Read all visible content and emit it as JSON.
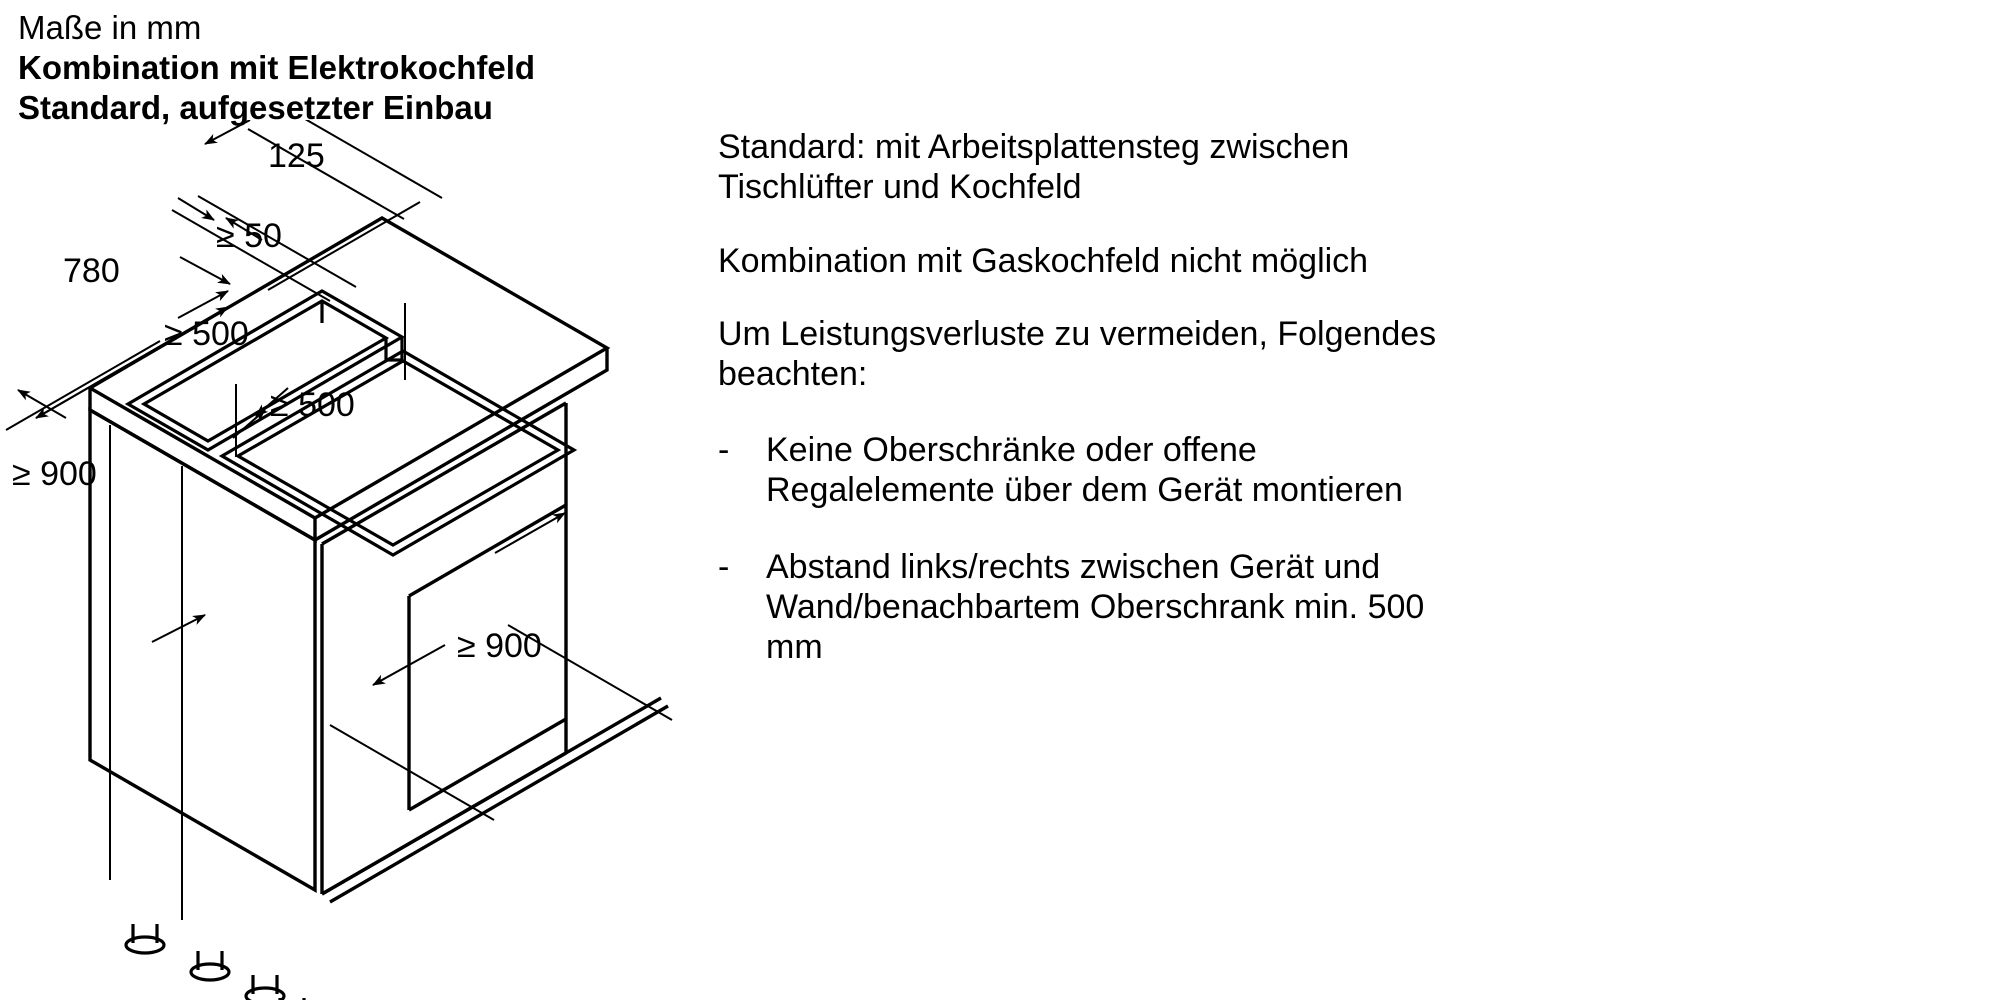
{
  "heading": {
    "units": "Maße in mm",
    "line1": "Kombination mit Elektrokochfeld",
    "line2": "Standard, aufgesetzter Einbau"
  },
  "drawing": {
    "title": "isometric-installation-drawing",
    "dimensions": {
      "depth_780": "780",
      "bridge_125": "125",
      "gap_min_50": "≥ 50",
      "side_clearance_upper": "≥ 500",
      "side_clearance_lower": "≥ 500",
      "cabinet_height": "≥ 900",
      "cabinet_depth": "≥ 900"
    }
  },
  "notes": {
    "para1": {
      "line1": "Standard: mit Arbeitsplattensteg zwischen",
      "line2": "Tischlüfter und Kochfeld"
    },
    "para2": {
      "line1": "Kombination mit Gaskochfeld nicht möglich"
    },
    "para3": {
      "line1": "Um Leistungsverluste zu vermeiden, Folgendes",
      "line2": "beachten:"
    },
    "bullet_marker": "-",
    "bullets": [
      {
        "line1": "Keine Oberschränke oder offene",
        "line2": "Regalelemente über dem Gerät montieren"
      },
      {
        "line1": "Abstand links/rechts zwischen Gerät und",
        "line2": "Wand/benachbartem Oberschrank min. 500",
        "line3": "mm"
      }
    ]
  },
  "colors": {
    "ink": "#000000",
    "paper": "#ffffff"
  }
}
